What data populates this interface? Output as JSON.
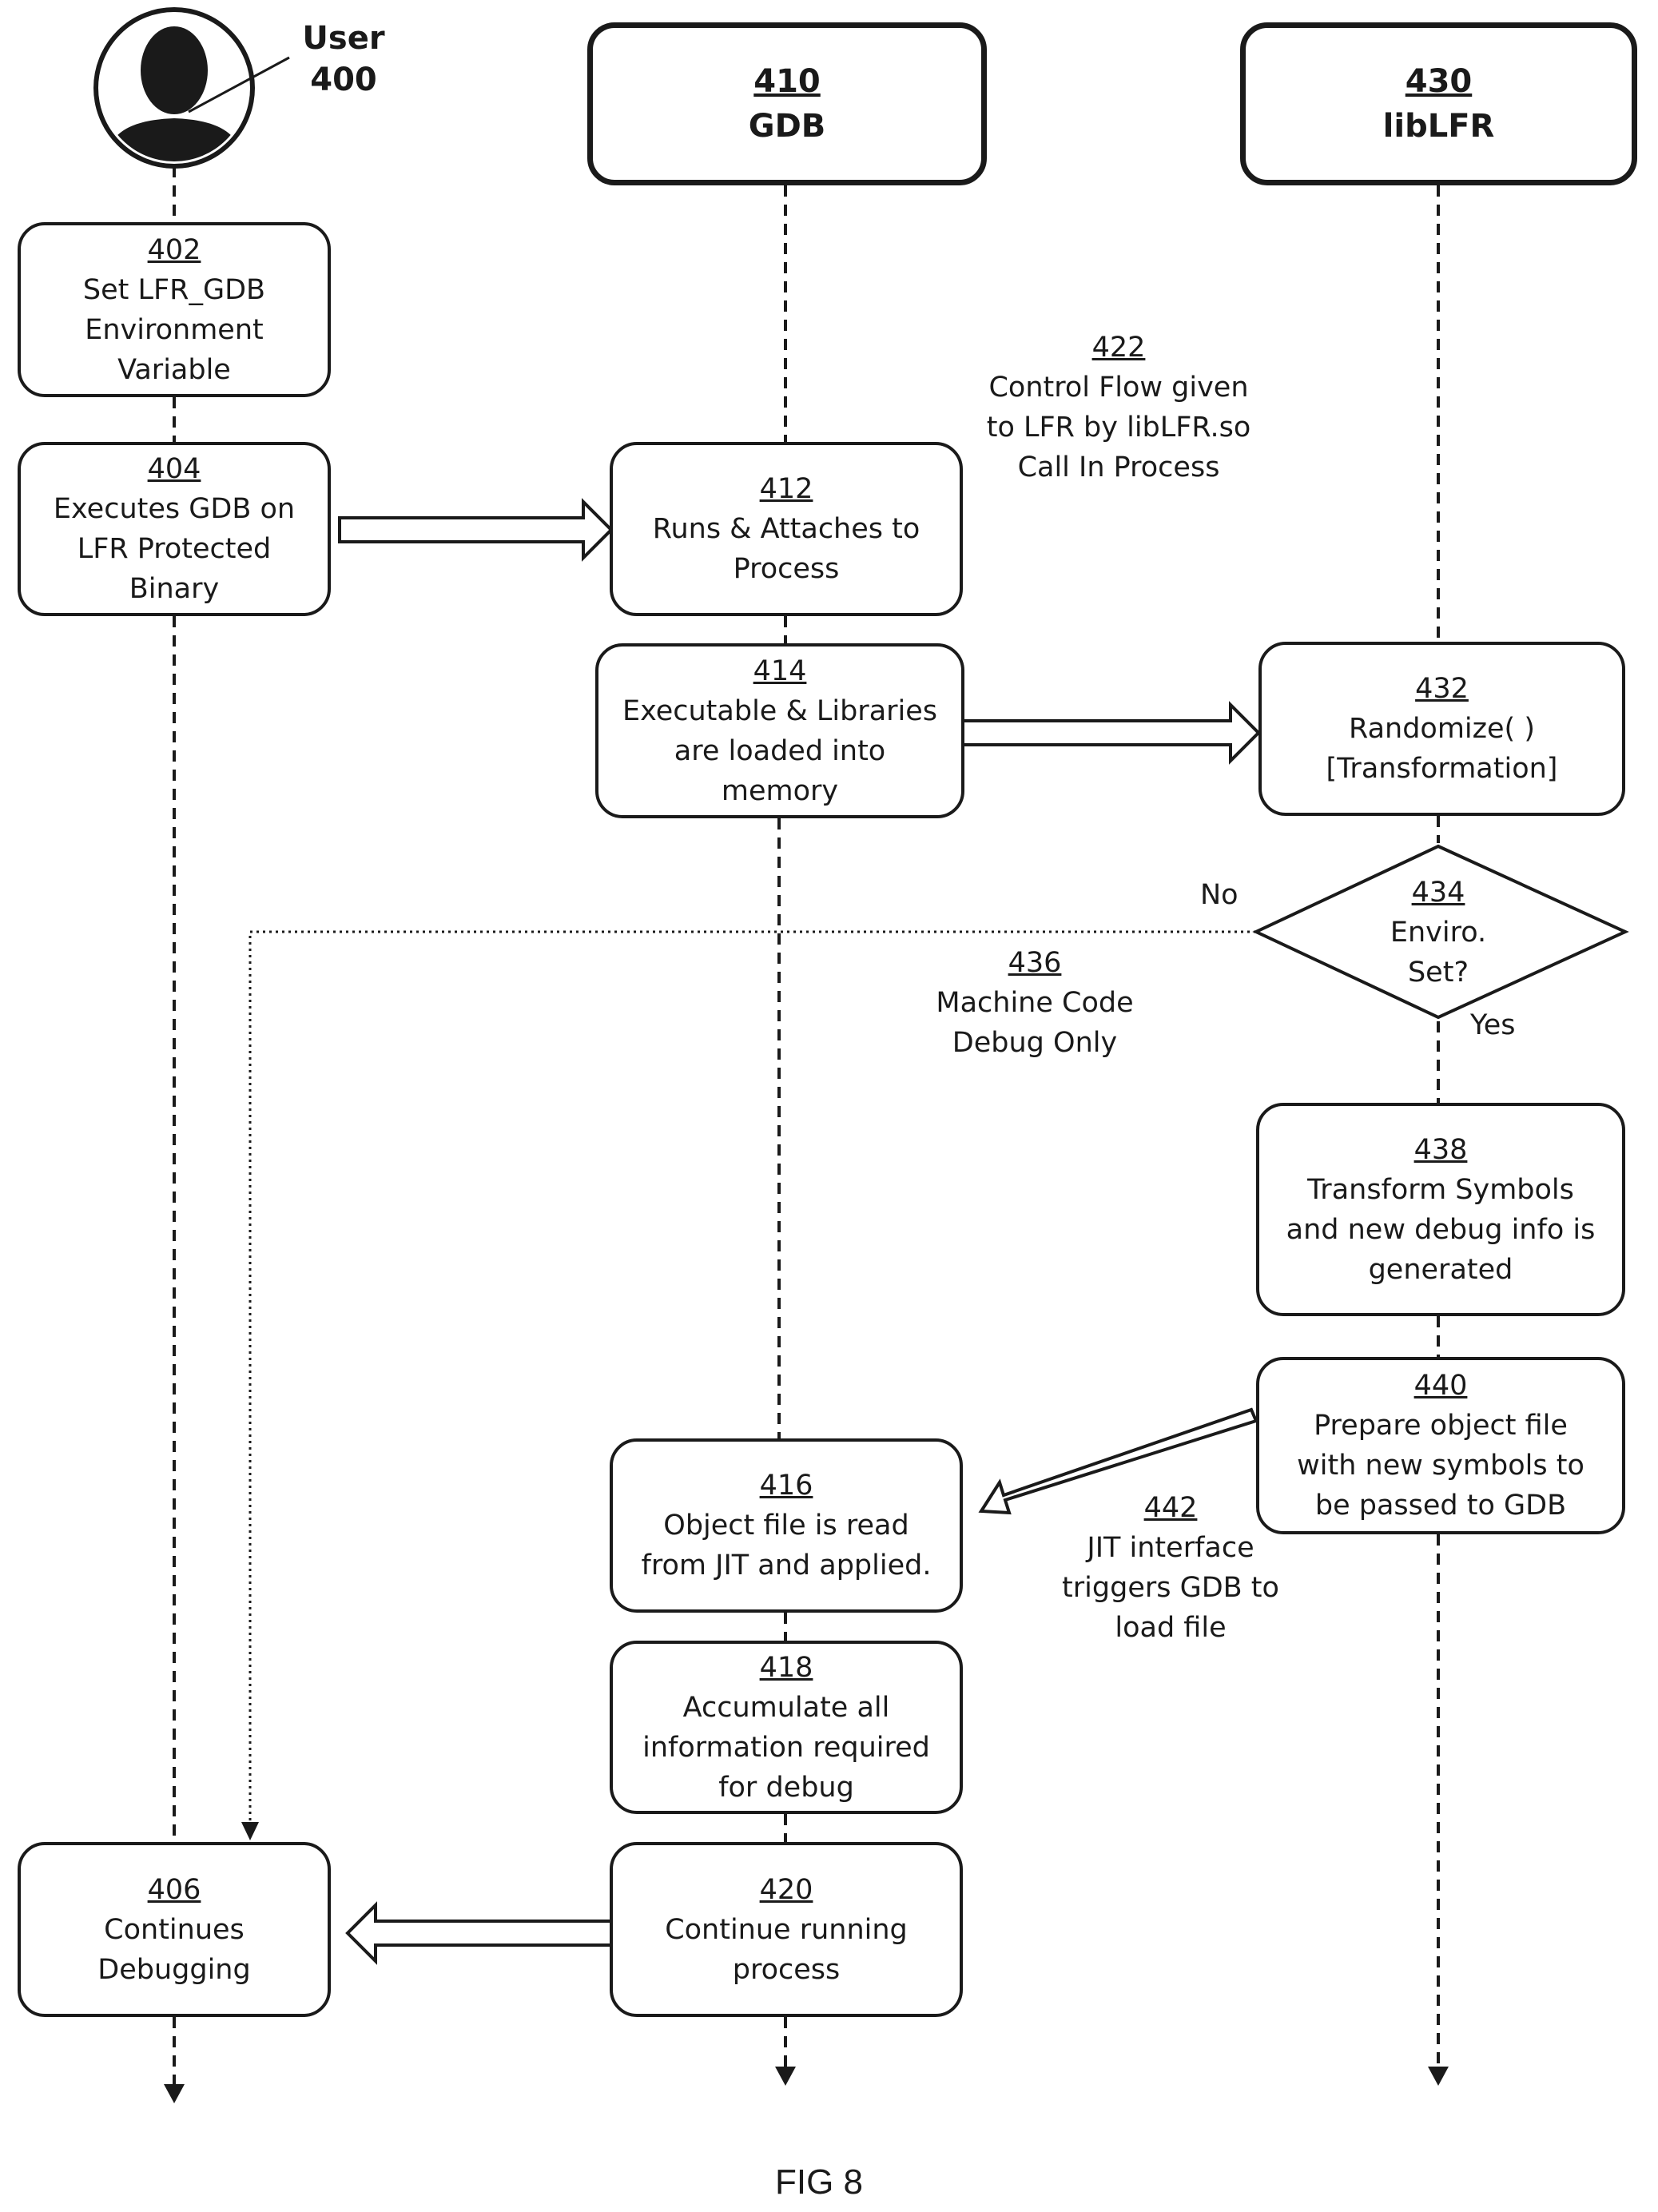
{
  "user": {
    "label": "User",
    "number": "400"
  },
  "lanes": [
    {
      "number": "410",
      "title": "GDB"
    },
    {
      "number": "430",
      "title": "libLFR"
    }
  ],
  "boxes": {
    "b402": {
      "number": "402",
      "text": "Set LFR_GDB\nEnvironment\nVariable"
    },
    "b404": {
      "number": "404",
      "text": "Executes GDB on\nLFR Protected\nBinary"
    },
    "b406": {
      "number": "406",
      "text": "Continues\nDebugging"
    },
    "b412": {
      "number": "412",
      "text": "Runs & Attaches to\nProcess"
    },
    "b414": {
      "number": "414",
      "text": "Executable & Libraries\nare loaded into\nmemory"
    },
    "b416": {
      "number": "416",
      "text": "Object file is read\nfrom JIT and applied."
    },
    "b418": {
      "number": "418",
      "text": "Accumulate all\ninformation required\nfor debug"
    },
    "b420": {
      "number": "420",
      "text": "Continue running\nprocess"
    },
    "b432": {
      "number": "432",
      "text": "Randomize( )\n[Transformation]"
    },
    "b438": {
      "number": "438",
      "text": "Transform Symbols\nand new debug info is\ngenerated"
    },
    "b440": {
      "number": "440",
      "text": "Prepare object file\nwith new symbols to\nbe passed to GDB"
    }
  },
  "decision": {
    "number": "434",
    "text": "Enviro.\nSet?",
    "no_label": "No",
    "yes_label": "Yes"
  },
  "notes": {
    "n422": {
      "number": "422",
      "text": "Control Flow given\nto LFR by libLFR.so\nCall In Process"
    },
    "n436": {
      "number": "436",
      "text": "Machine Code\nDebug Only"
    },
    "n442": {
      "number": "442",
      "text": "JIT interface\ntriggers GDB to\nload file"
    }
  },
  "caption": "FIG 8",
  "colors": {
    "line": "#1a1a1a",
    "background": "#ffffff"
  }
}
